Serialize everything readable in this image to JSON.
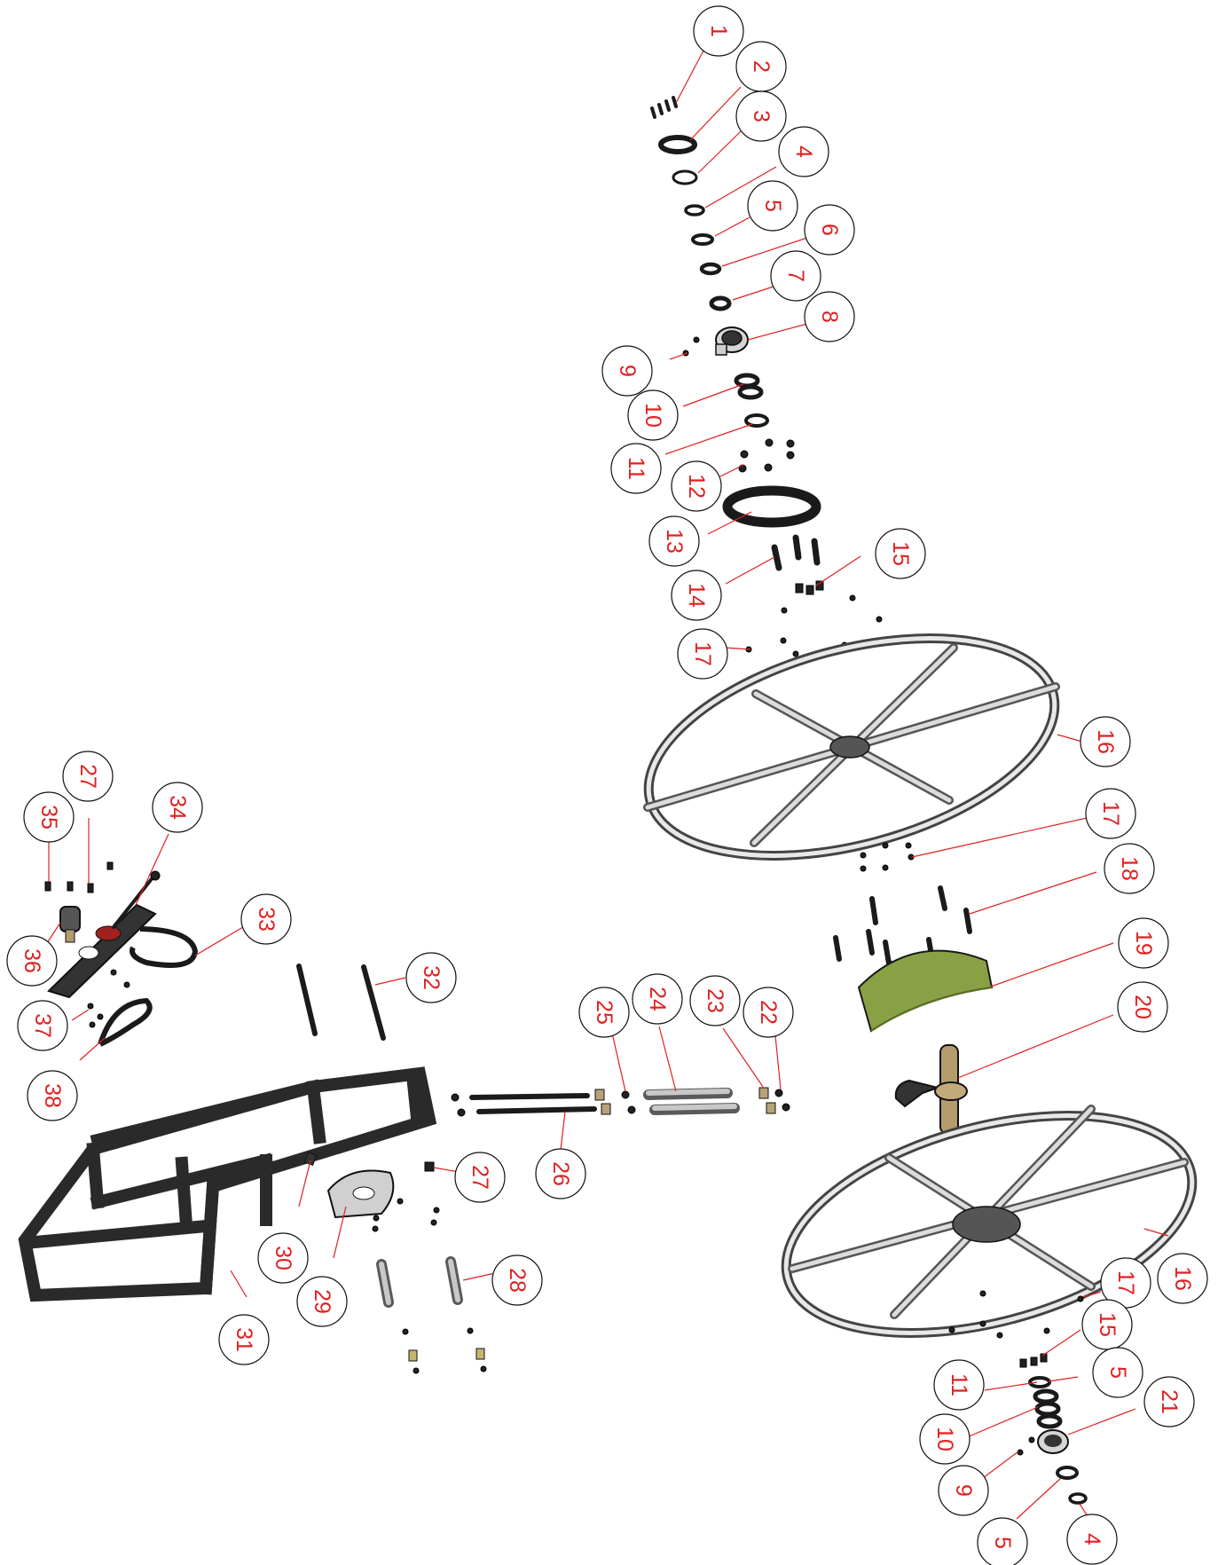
{
  "balloons": [
    {
      "label": "1"
    },
    {
      "label": "2"
    },
    {
      "label": "3"
    },
    {
      "label": "4"
    },
    {
      "label": "5"
    },
    {
      "label": "6"
    },
    {
      "label": "7"
    },
    {
      "label": "8"
    },
    {
      "label": "9"
    },
    {
      "label": "10"
    },
    {
      "label": "11"
    },
    {
      "label": "12"
    },
    {
      "label": "13"
    },
    {
      "label": "14"
    },
    {
      "label": "15"
    },
    {
      "label": "17"
    },
    {
      "label": "16"
    },
    {
      "label": "17"
    },
    {
      "label": "18"
    },
    {
      "label": "19"
    },
    {
      "label": "20"
    },
    {
      "label": "22"
    },
    {
      "label": "23"
    },
    {
      "label": "24"
    },
    {
      "label": "25"
    },
    {
      "label": "26"
    },
    {
      "label": "27"
    },
    {
      "label": "28"
    },
    {
      "label": "29"
    },
    {
      "label": "30"
    },
    {
      "label": "31"
    },
    {
      "label": "32"
    },
    {
      "label": "33"
    },
    {
      "label": "34"
    },
    {
      "label": "27"
    },
    {
      "label": "35"
    },
    {
      "label": "36"
    },
    {
      "label": "37"
    },
    {
      "label": "38"
    },
    {
      "label": "16"
    },
    {
      "label": "17"
    },
    {
      "label": "15"
    },
    {
      "label": "5"
    },
    {
      "label": "11"
    },
    {
      "label": "21"
    },
    {
      "label": "10"
    },
    {
      "label": "9"
    },
    {
      "label": "5"
    },
    {
      "label": "4"
    }
  ],
  "colors": {
    "balloon_text": "#e02020",
    "leader": "#e02020",
    "frame": "#2a2a2a",
    "spreader_ring": "#8aa045",
    "wheel": "#9a9a9a"
  }
}
